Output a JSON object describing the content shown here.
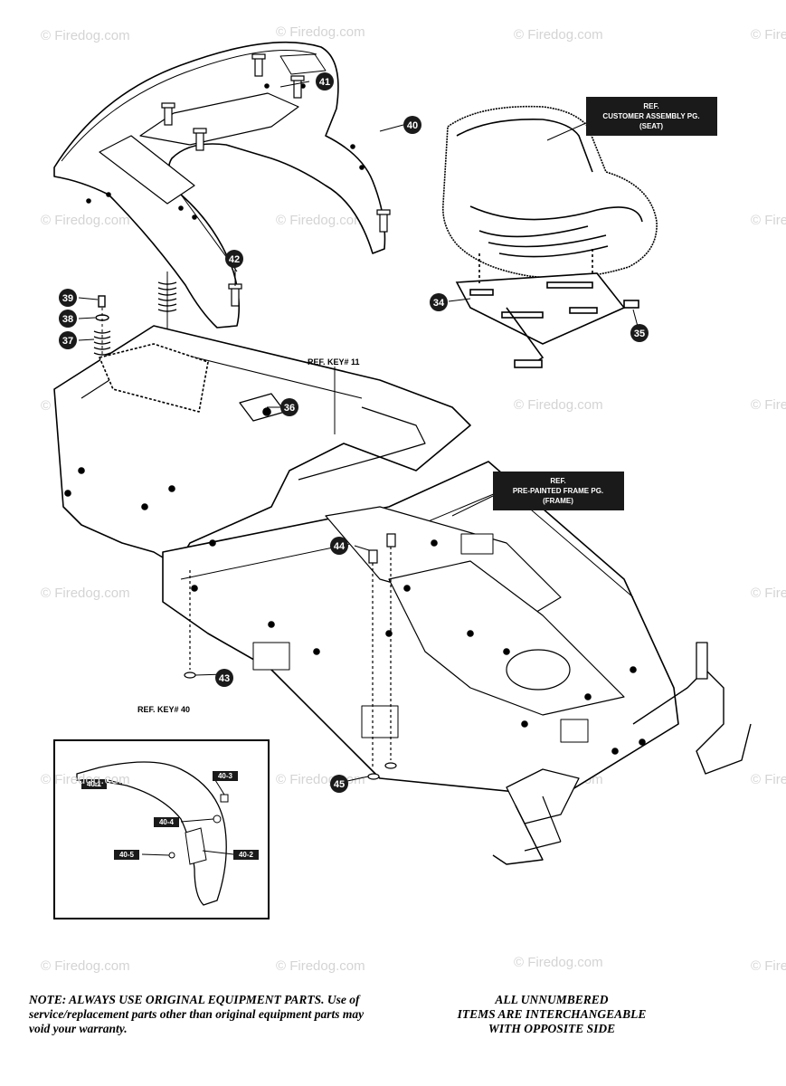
{
  "watermark": "© Firedog.com",
  "callouts": {
    "c34": "34",
    "c35": "35",
    "c36": "36",
    "c37": "37",
    "c38": "38",
    "c39": "39",
    "c40": "40",
    "c41": "41",
    "c42": "42",
    "c43": "43",
    "c44": "44",
    "c45": "45"
  },
  "ref_key_11": "REF. KEY# 11",
  "ref_key_40": "REF. KEY# 40",
  "seat_box": {
    "line1": "REF.",
    "line2": "CUSTOMER ASSEMBLY PG.",
    "line3": "(SEAT)"
  },
  "frame_box": {
    "line1": "REF.",
    "line2": "PRE-PAINTED FRAME PG.",
    "line3": "(FRAME)"
  },
  "inset_labels": {
    "l1": "40-1",
    "l2": "40-2",
    "l3": "40-3",
    "l4": "40-4",
    "l5": "40-5"
  },
  "note_left": "NOTE: ALWAYS USE ORIGINAL EQUIPMENT PARTS. Use of service/replacement parts other than original equipment parts may void your warranty.",
  "note_right": {
    "line1": "ALL UNNUMBERED",
    "line2": "ITEMS ARE INTERCHANGEABLE",
    "line3": "WITH OPPOSITE SIDE"
  }
}
